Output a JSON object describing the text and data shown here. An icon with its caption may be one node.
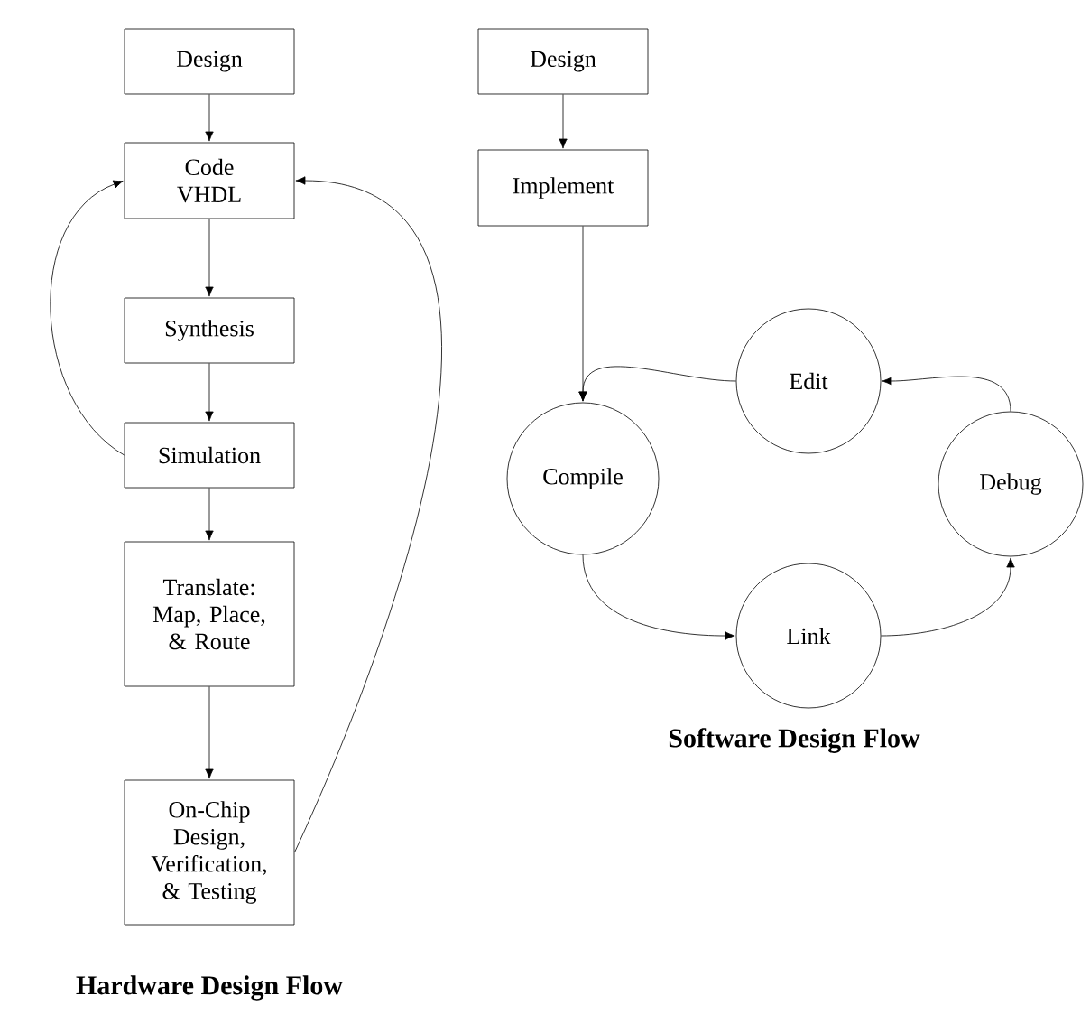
{
  "diagram": {
    "nodes": [
      {
        "text": [
          "Design"
        ]
      },
      {
        "text": [
          "Code VHDL"
        ]
      },
      {
        "text": [
          "Synthesis"
        ]
      },
      {
        "text": [
          "Simulation"
        ]
      },
      {
        "text": [
          "Translate: Map, Place, & Route"
        ]
      },
      {
        "text": [
          "On-Chip Design, Verification, & Testing"
        ]
      },
      {
        "text": [
          "Design"
        ]
      },
      {
        "text": [
          "Implement"
        ]
      },
      {
        "text": [
          "Compile"
        ]
      },
      {
        "text": [
          "Edit"
        ]
      },
      {
        "text": [
          "Debug"
        ]
      },
      {
        "text": [
          "Link"
        ]
      }
    ],
    "edges": [
      {
        "from": 0,
        "to": 1,
        "arrow": "to"
      },
      {
        "from": 1,
        "to": 2,
        "arrow": "to"
      },
      {
        "from": 2,
        "to": 3,
        "arrow": "to"
      },
      {
        "from": 3,
        "to": 1,
        "arrow": "to"
      },
      {
        "from": 3,
        "to": 4,
        "arrow": "to"
      },
      {
        "from": 4,
        "to": 5,
        "arrow": "to"
      },
      {
        "from": 5,
        "to": 1,
        "arrow": "to"
      },
      {
        "from": 6,
        "to": 7,
        "arrow": "to"
      },
      {
        "from": 7,
        "to": 8,
        "arrow": "to"
      },
      {
        "from": 8,
        "to": 11,
        "arrow": "to"
      },
      {
        "from": 11,
        "to": 10,
        "arrow": "to"
      },
      {
        "from": 10,
        "to": 9,
        "arrow": "to"
      },
      {
        "from": 9,
        "to": 8,
        "arrow": "to"
      }
    ],
    "labels": [
      "Hardware Design Flow",
      "Software Design Flow"
    ]
  }
}
